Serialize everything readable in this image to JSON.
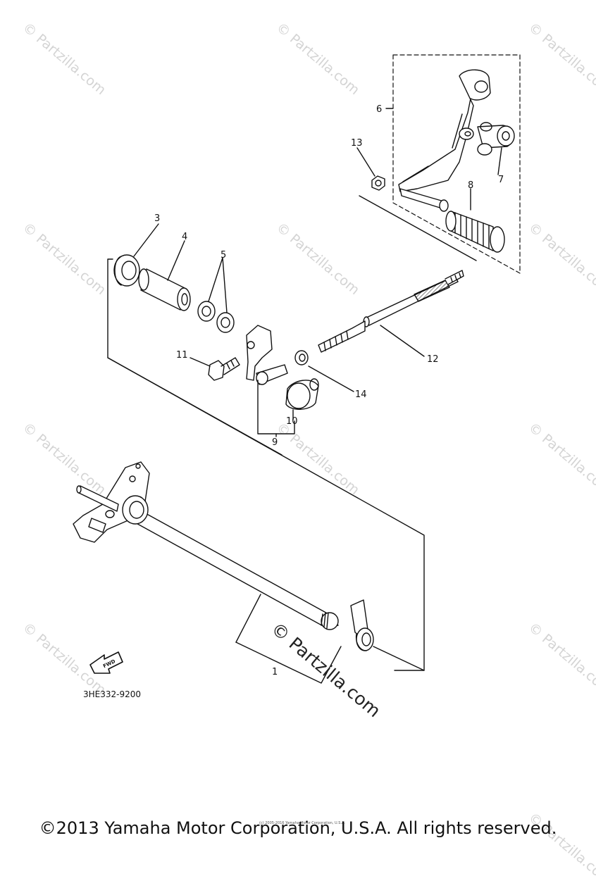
{
  "watermarks": [
    "© Partzilla.com",
    "© Partzilla.com",
    "© Partzilla.com",
    "© Partzilla.com",
    "© Partzilla.com",
    "© Partzilla.com",
    "© Partzilla.com",
    "© Partzilla.com",
    "© Partzilla.com",
    "© Partzilla.com",
    "© Partzilla.com",
    "© Partzilla.com"
  ],
  "center_watermark": "© Partzilla.com",
  "part_numbers": [
    "1",
    "3",
    "4",
    "5",
    "6",
    "7",
    "8",
    "9",
    "10",
    "11",
    "12",
    "13",
    "14"
  ],
  "fwd_label": "FWD",
  "diagram_code": "3HE332-9200",
  "small_copyright": "(c) 2005-2016 Yamaha Motor Corporation, U.S.A.",
  "copyright": "©2013 Yamaha Motor Corporation, U.S.A. All rights reserved."
}
